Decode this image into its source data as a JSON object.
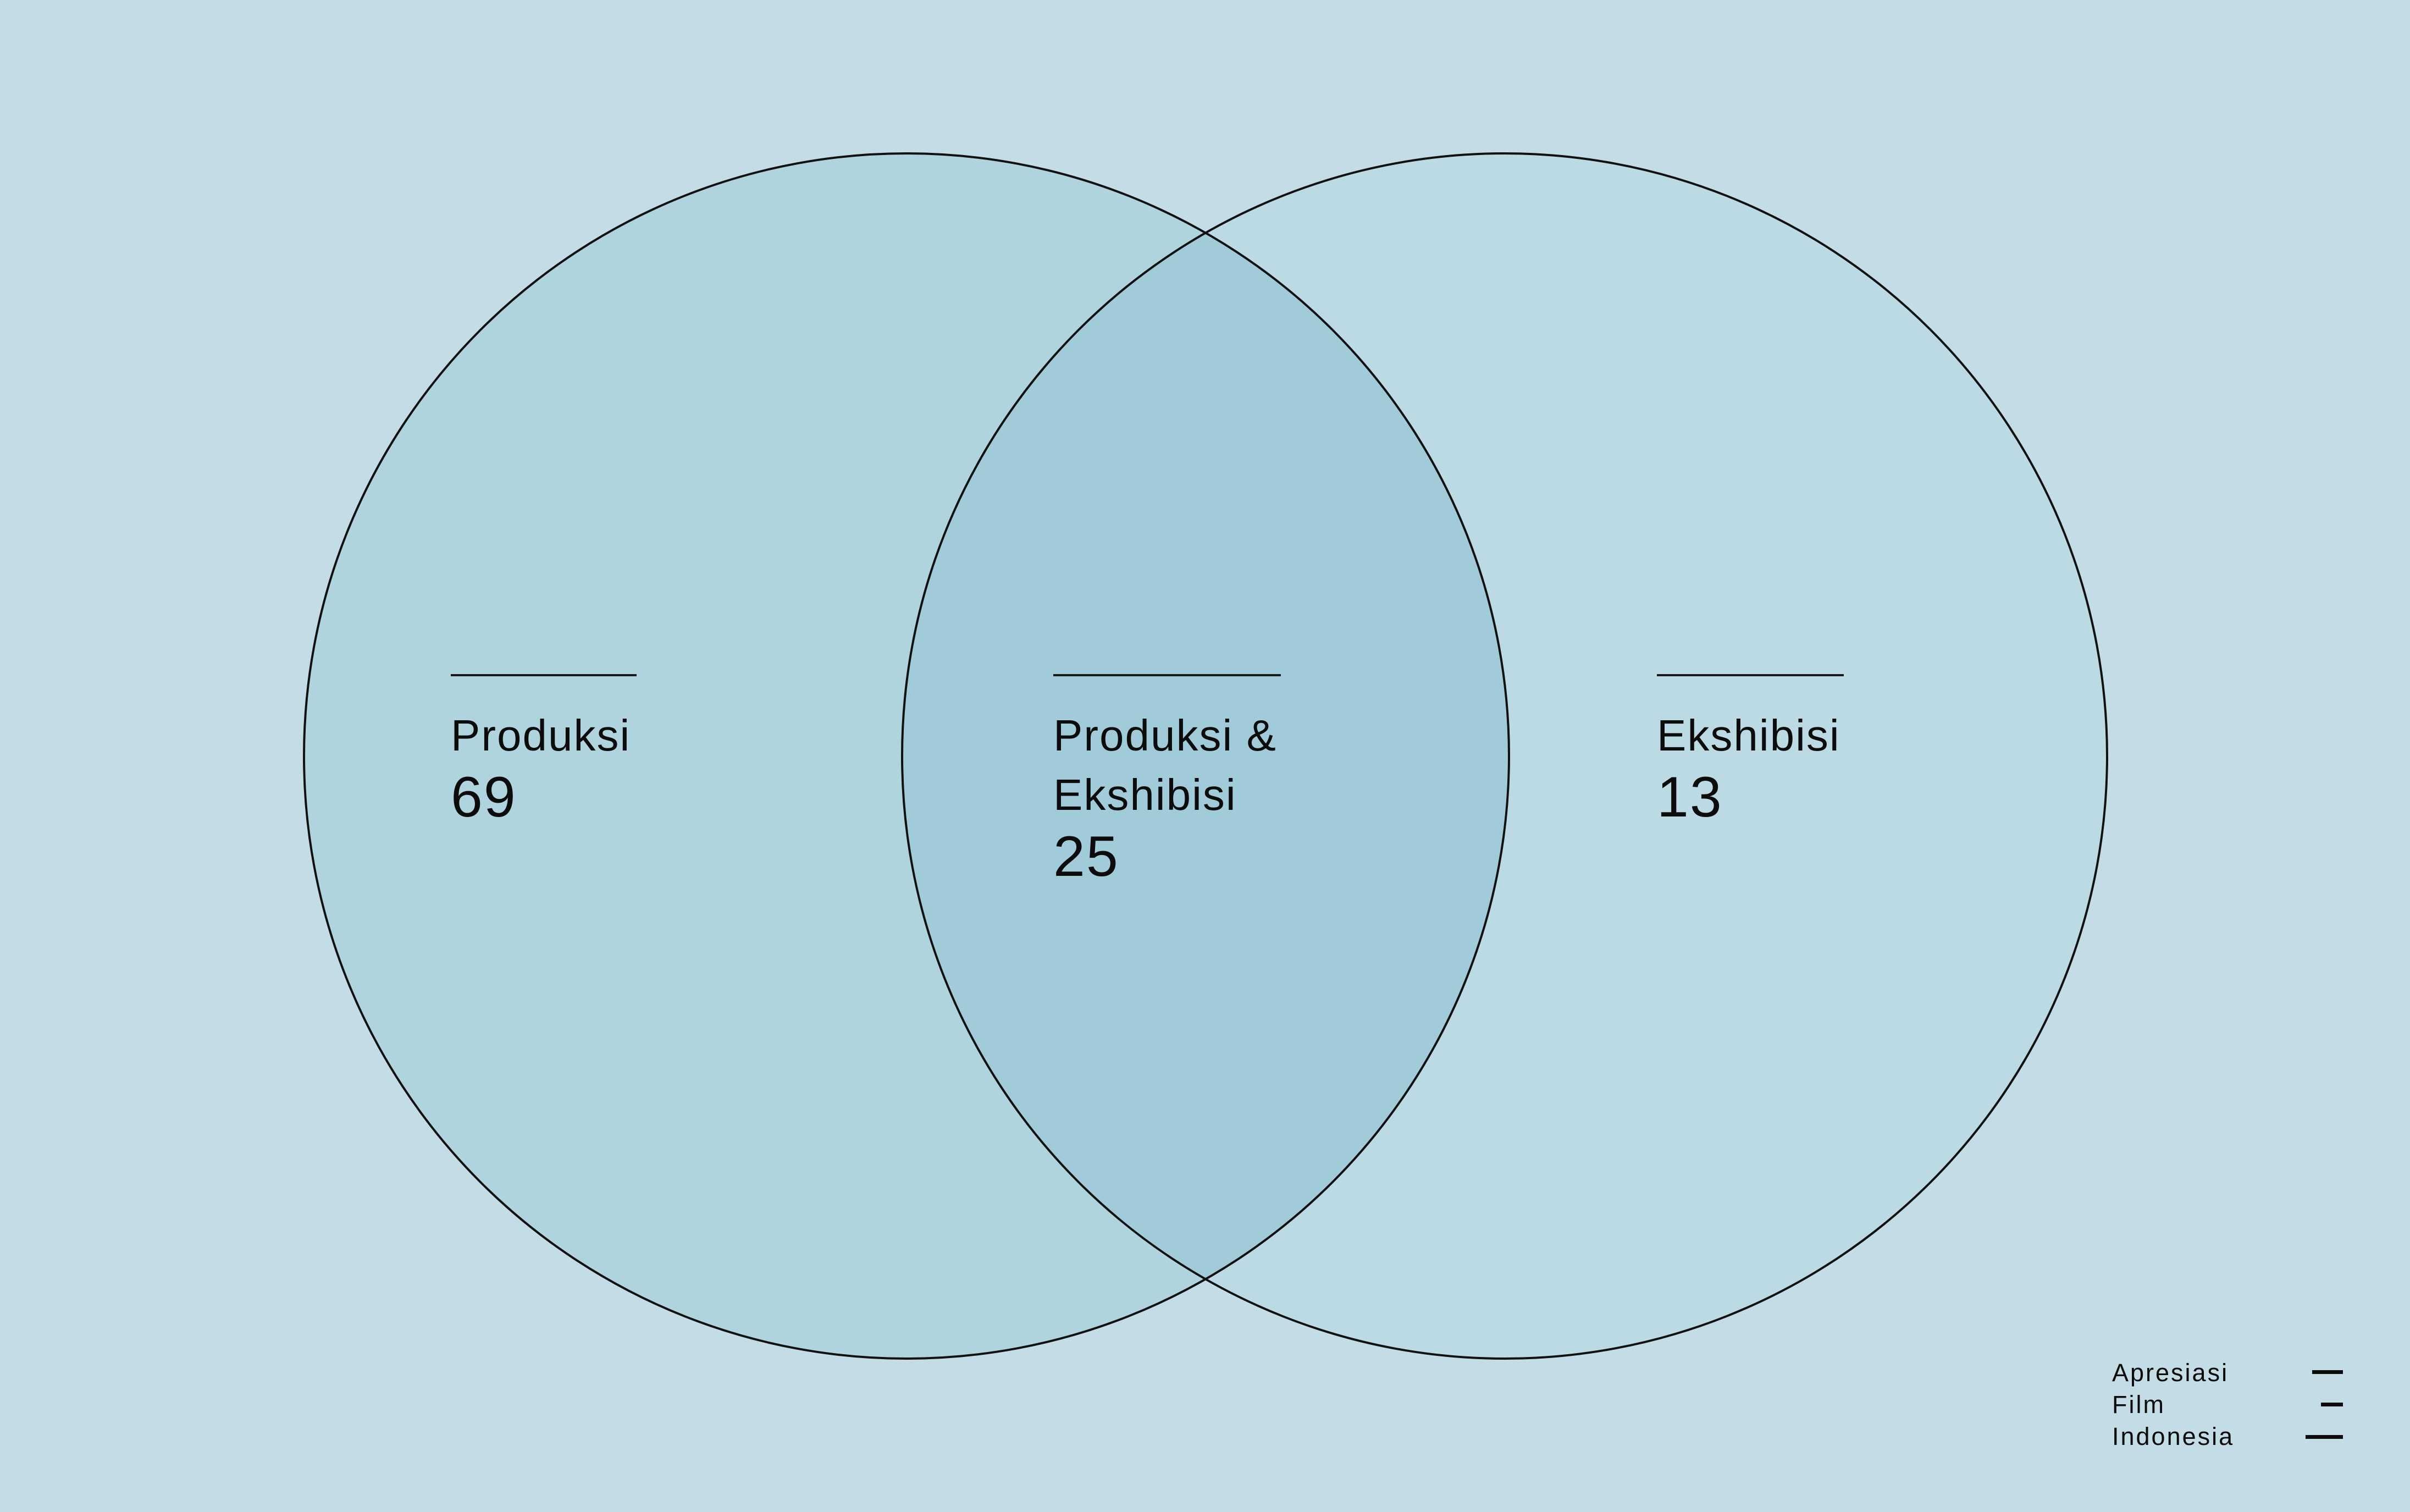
{
  "colors": {
    "background": "#c3dce6",
    "set_left_fill": "#afd4dd",
    "set_right_fill": "#bcdae3",
    "intersection_fill": "#a2cbd9",
    "outline": "#111111"
  },
  "sets": {
    "left": {
      "label": "Produksi",
      "value": "69"
    },
    "right": {
      "label": "Ekshibisi",
      "value": "13"
    },
    "intersection": {
      "label_line1": "Produksi &",
      "label_line2": "Ekshibisi",
      "value": "25"
    }
  },
  "logo": {
    "line1": "Apresiasi",
    "line2": "Film",
    "line3": "Indonesia"
  }
}
